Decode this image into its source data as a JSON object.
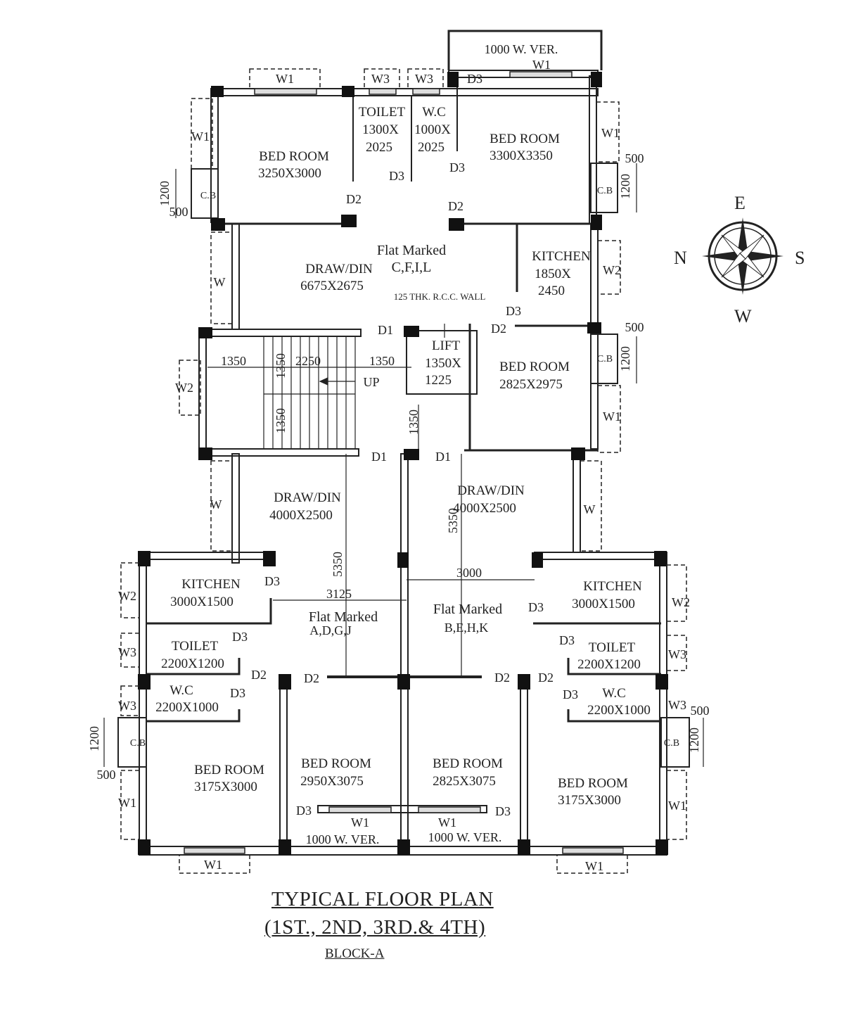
{
  "title": {
    "line1": "TYPICAL FLOOR PLAN",
    "line2": "(1ST., 2ND, 3RD.& 4TH)",
    "block": "BLOCK-A"
  },
  "compass": {
    "north": "N",
    "south": "S",
    "east": "E",
    "west": "W"
  },
  "note": "125 THK. R.C.C. WALL",
  "flats": [
    {
      "line1": "Flat Marked",
      "line2": "C,F,I,L"
    },
    {
      "line1": "Flat Marked",
      "line2": "A,D,G,J"
    },
    {
      "line1": "Flat Marked",
      "line2": "B,E,H,K"
    }
  ],
  "rooms": [
    {
      "name": "BED ROOM",
      "size": "3250X3000"
    },
    {
      "name": "TOILET",
      "size": "1300X",
      "size2": "2025"
    },
    {
      "name": "W.C",
      "size": "1000X",
      "size2": "2025"
    },
    {
      "name": "BED ROOM",
      "size": "3300X3350"
    },
    {
      "name": "DRAW/DIN",
      "size": "6675X2675"
    },
    {
      "name": "KITCHEN",
      "size": "1850X",
      "size2": "2450"
    },
    {
      "name": "BED ROOM",
      "size": "2825X2975"
    },
    {
      "name": "LIFT",
      "size": "1350X",
      "size2": "1225"
    },
    {
      "name": "DRAW/DIN",
      "size": "4000X2500"
    },
    {
      "name": "DRAW/DIN",
      "size": "4000X2500"
    },
    {
      "name": "KITCHEN",
      "size": "3000X1500"
    },
    {
      "name": "KITCHEN",
      "size": "3000X1500"
    },
    {
      "name": "TOILET",
      "size": "2200X1200"
    },
    {
      "name": "TOILET",
      "size": "2200X1200"
    },
    {
      "name": "W.C",
      "size": "2200X1000"
    },
    {
      "name": "W.C",
      "size": "2200X1000"
    },
    {
      "name": "BED ROOM",
      "size": "3175X3000"
    },
    {
      "name": "BED ROOM",
      "size": "2950X3075"
    },
    {
      "name": "BED ROOM",
      "size": "2825X3075"
    },
    {
      "name": "BED ROOM",
      "size": "3175X3000"
    }
  ],
  "verandahs": [
    "1000 W. VER.",
    "1000 W. VER.",
    "1000 W. VER."
  ],
  "stair": {
    "up": "UP"
  },
  "dims": {
    "d1350": "1350",
    "d2250": "2250",
    "d1200": "1200",
    "d500": "500",
    "d5350": "5350",
    "d3125": "3125",
    "d3000": "3000"
  },
  "labels": {
    "w": "W",
    "w1": "W1",
    "w2": "W2",
    "w3": "W3",
    "d1": "D1",
    "d2": "D2",
    "d3": "D3",
    "cb": "C.B"
  }
}
